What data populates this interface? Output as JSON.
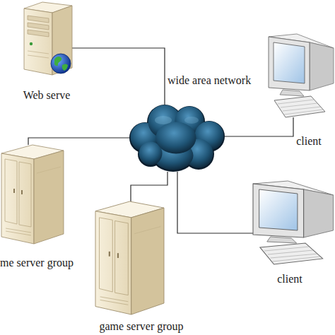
{
  "diagram": {
    "nodes": [
      {
        "text": [
          "Web serve"
        ]
      },
      {
        "text": [
          "wide area network"
        ]
      },
      {
        "text": [
          "client"
        ]
      },
      {
        "text": [
          "me server group"
        ]
      },
      {
        "text": [
          "client"
        ]
      },
      {
        "text": [
          "game server group"
        ]
      }
    ],
    "edges": [
      {
        "from": 0,
        "to": 1,
        "arrow": "none"
      },
      {
        "from": 2,
        "to": 1,
        "arrow": "none"
      },
      {
        "from": 3,
        "to": 1,
        "arrow": "none"
      },
      {
        "from": 4,
        "to": 1,
        "arrow": "none"
      },
      {
        "from": 5,
        "to": 1,
        "arrow": "none"
      }
    ]
  }
}
